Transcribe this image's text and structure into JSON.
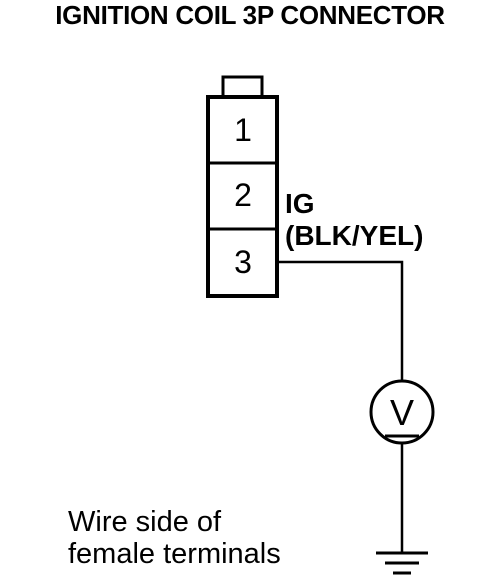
{
  "title": "IGNITION COIL 3P CONNECTOR",
  "connector": {
    "pins": [
      "1",
      "2",
      "3"
    ]
  },
  "wire": {
    "terminal": "IG",
    "color_code": "(BLK/YEL)"
  },
  "meter": {
    "symbol": "V"
  },
  "note": {
    "line1": "Wire side of",
    "line2": "female terminals"
  }
}
